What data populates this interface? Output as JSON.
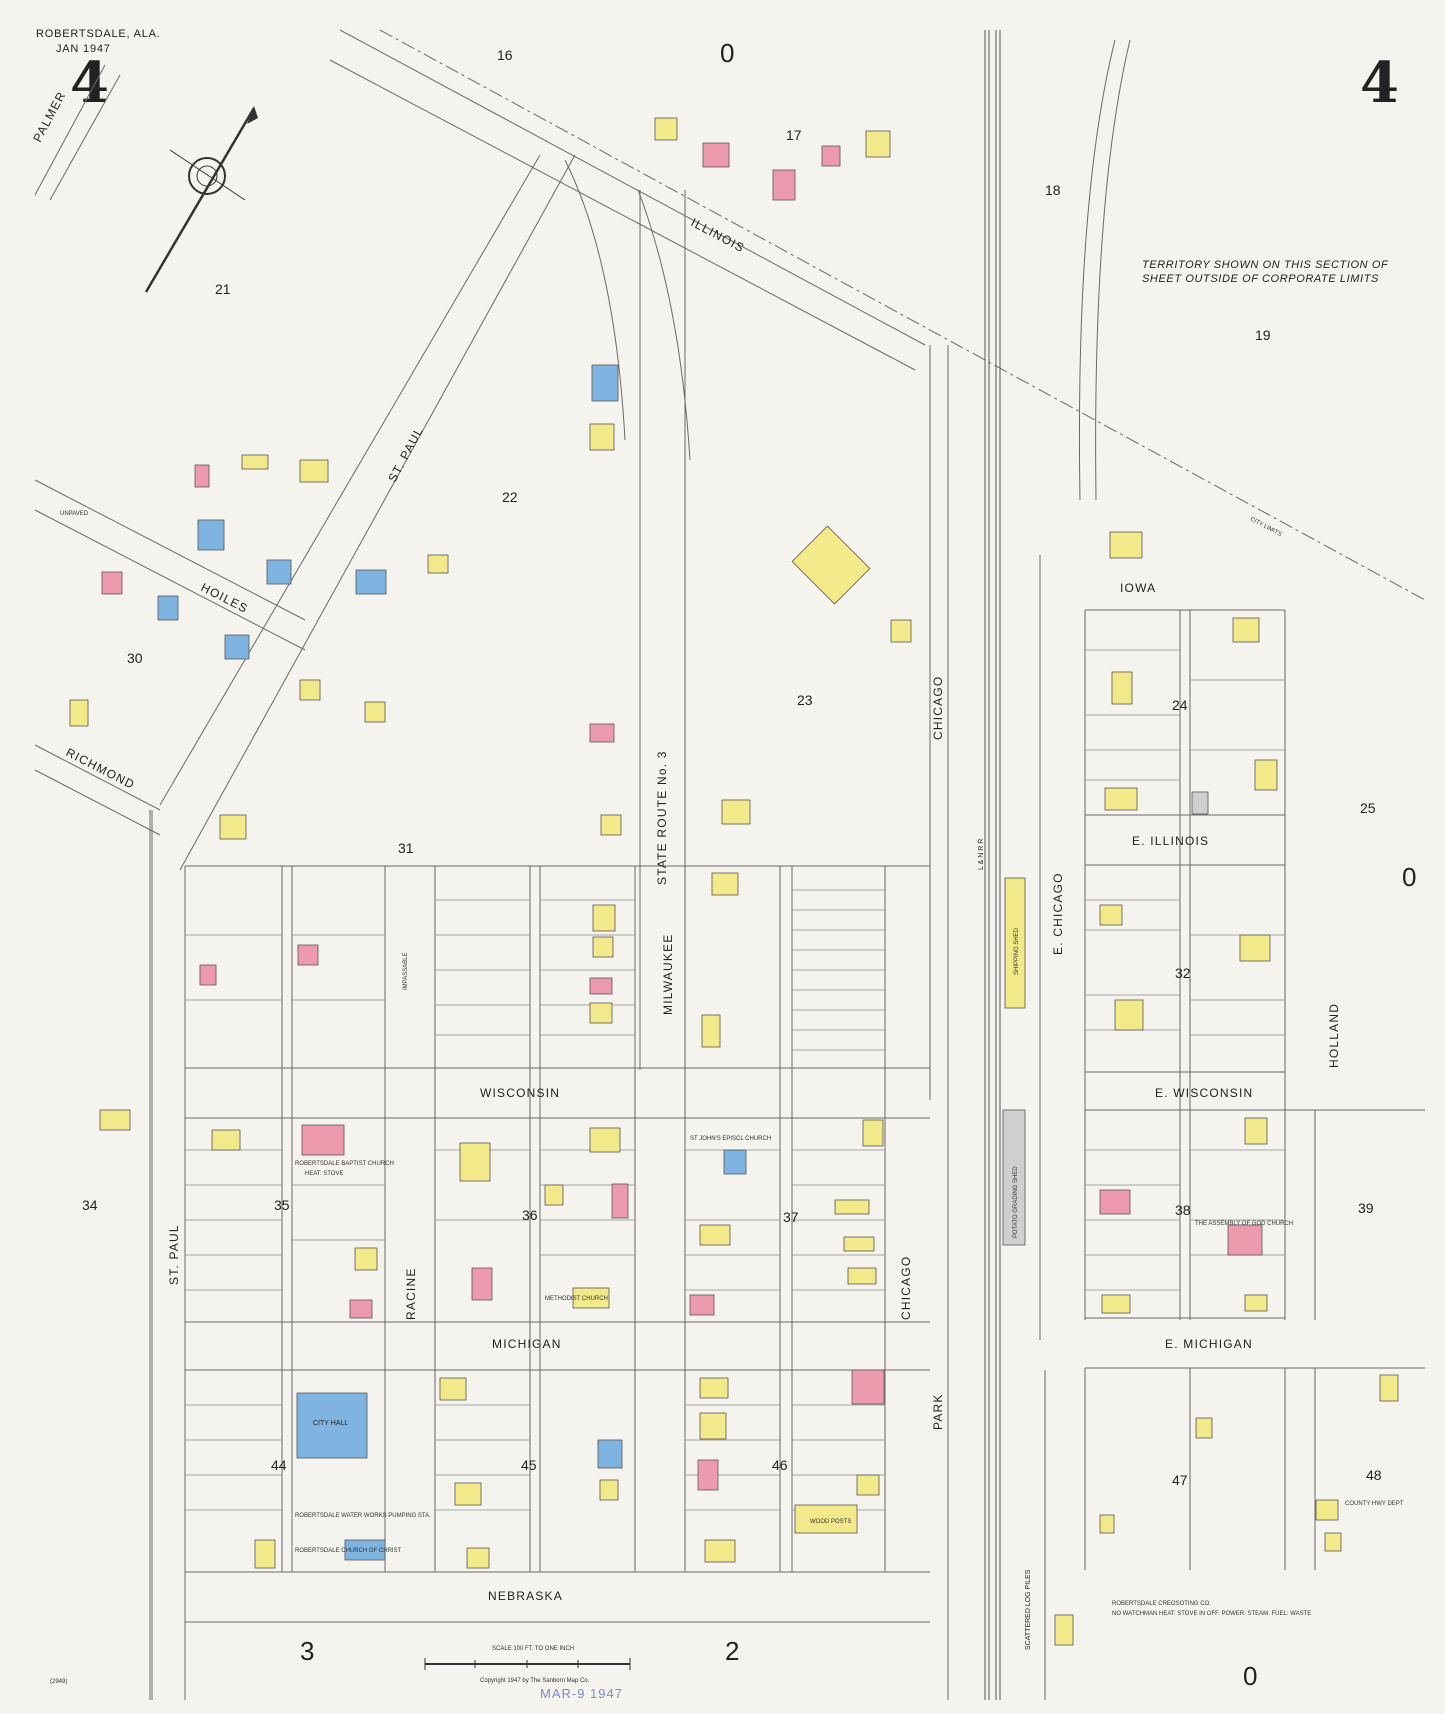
{
  "header": {
    "place": "ROBERTSDALE, ALA.",
    "date": "JAN 1947",
    "sheet_left": "4",
    "sheet_right": "4"
  },
  "streets": {
    "st_paul_upper": "ST. PAUL",
    "st_paul_lower": "ST. PAUL",
    "palmer": "PALMER",
    "illinois": "ILLINOIS",
    "hoiles": "HOILES",
    "richmond": "RICHMOND",
    "chicago_upper": "CHICAGO",
    "chicago_lower": "CHICAGO",
    "state_route": "STATE ROUTE No. 3",
    "milwaukee": "MILWAUKEE",
    "wisconsin": "WISCONSIN",
    "e_wisconsin": "E. WISCONSIN",
    "racine": "RACINE",
    "michigan": "MICHIGAN",
    "e_michigan": "E. MICHIGAN",
    "nebraska": "NEBRASKA",
    "park": "PARK",
    "iowa": "IOWA",
    "e_illinois": "E. ILLINOIS",
    "e_chicago": "E. CHICAGO",
    "holland": "HOLLAND",
    "railroad": "L & N R R"
  },
  "blocks": [
    "16",
    "17",
    "18",
    "19",
    "21",
    "22",
    "23",
    "24",
    "25",
    "30",
    "31",
    "32",
    "34",
    "35",
    "36",
    "37",
    "38",
    "39",
    "44",
    "45",
    "46",
    "47",
    "48",
    "3",
    "2",
    "0",
    "0",
    "0"
  ],
  "annotations": {
    "territory_line1": "TERRITORY SHOWN ON THIS SECTION OF",
    "territory_line2": "SHEET OUTSIDE OF CORPORATE LIMITS",
    "unpaved": "UNPAVED",
    "impassable": "IMPASSABLE",
    "city_limits": "CITY LIMITS",
    "scattered_log_piles": "SCATTERED LOG PILES",
    "scale": "SCALE 100 FT. TO ONE INCH",
    "copyright": "Copyright 1947 by The Sanborn Map Co.",
    "stamp_date": "MAR-9 1947",
    "code": "(2949)"
  },
  "landmarks": {
    "baptist_church": "ROBERTSDALE BAPTIST CHURCH",
    "heat_stove": "HEAT: STOVE",
    "st_johns": "ST JOHN'S EPISCL CHURCH",
    "methodist": "METHODIST CHURCH",
    "city_hall": "CITY HALL",
    "water_works": "ROBERTSDALE WATER WORKS PUMPING STA.",
    "church_of_christ": "ROBERTSDALE CHURCH OF CHRIST",
    "assembly_of_god": "THE ASSEMBLY OF GOD CHURCH",
    "shipping_shed": "SHIPPING SHED",
    "potato_grading_shed": "POTATO GRADING SHED",
    "wood_posts": "WOOD POSTS",
    "county_hwy": "COUNTY HWY DEPT",
    "creosoting": "ROBERTSDALE CREOSOTING CO.",
    "creosoting_note": "NO WATCHMAN HEAT: STOVE IN OFF. POWER: STEAM. FUEL: WASTE"
  },
  "colors": {
    "paper": "#f4f3ee",
    "frame": "#f2ea8a",
    "brick": "#ee9aae",
    "stone": "#7fb3e0",
    "line": "#6a6a6a"
  }
}
